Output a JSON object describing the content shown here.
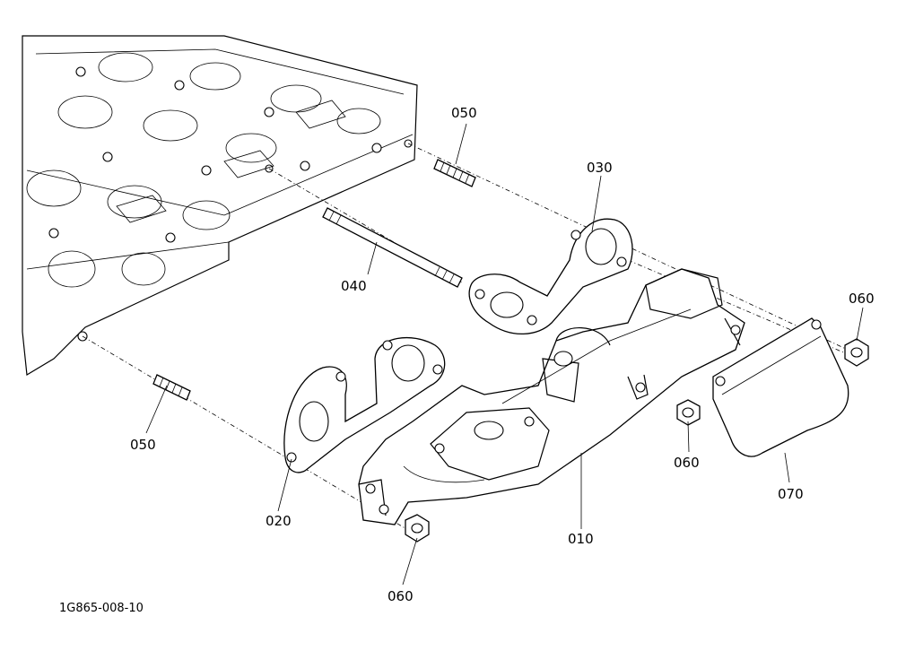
{
  "labels": {
    "part_010": "010",
    "part_020": "020",
    "part_030": "030",
    "part_040": "040",
    "part_050_top": "050",
    "part_050_bottom": "050",
    "part_060_right": "060",
    "part_060_middle": "060",
    "part_060_bottom": "060",
    "part_070": "070"
  },
  "diagram_code": "1G865-008-10"
}
